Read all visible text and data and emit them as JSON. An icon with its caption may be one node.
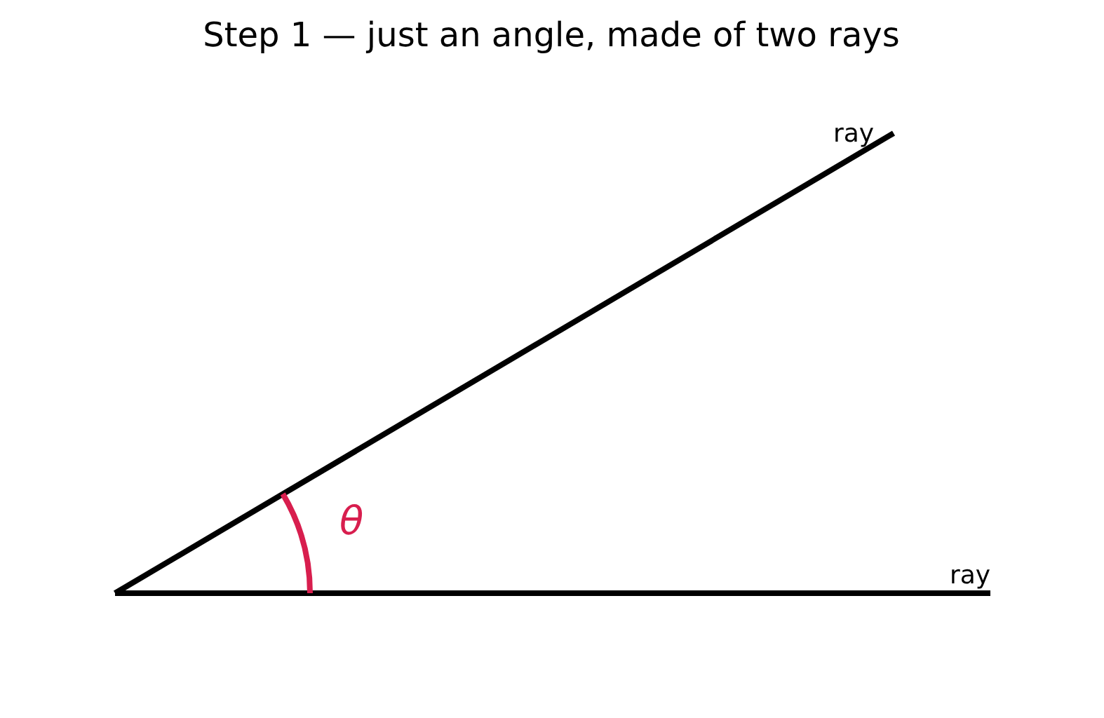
{
  "diagram": {
    "title": "Step 1 — just an angle, made of two rays",
    "labels": [
      "ray",
      "ray",
      "θ"
    ]
  }
}
